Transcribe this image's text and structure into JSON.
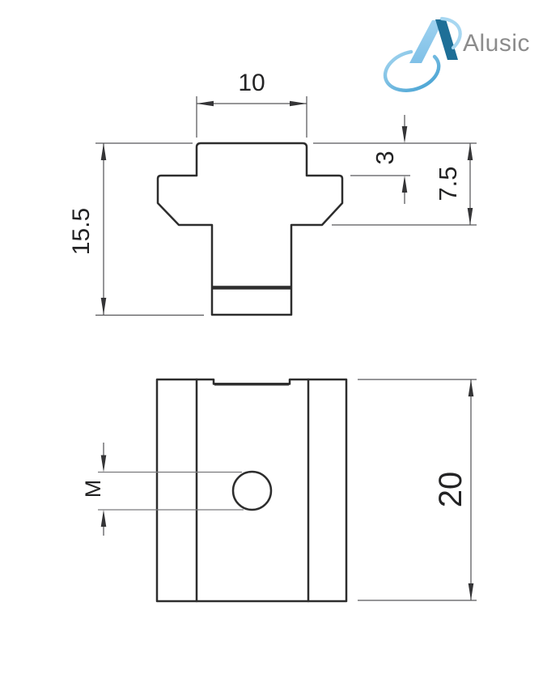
{
  "brand": {
    "name": "Alusic"
  },
  "views": {
    "front_view": {
      "dimensions": {
        "slot_width": "10",
        "flange_thickness": "3",
        "head_height": "7.5",
        "total_height": "15.5"
      }
    },
    "top_view": {
      "dimensions": {
        "thread_label": "M",
        "body_length": "20"
      }
    }
  },
  "colors": {
    "background": "#ffffff",
    "object_line": "#2d2d2d",
    "dimension_line": "#57575a",
    "dimension_text": "#232324",
    "brand_text": "#8c8c8c",
    "logo_light_blue": "#8cc8eb",
    "logo_dark_blue": "#1e6f97",
    "logo_swoosh_light": "#a7d7f1",
    "logo_swoosh_dark": "#3f9ed0"
  }
}
